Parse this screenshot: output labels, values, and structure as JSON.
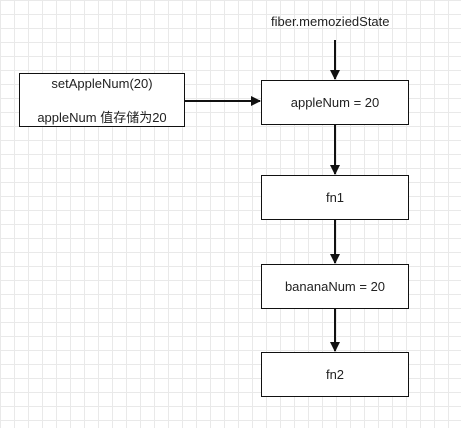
{
  "diagram": {
    "entry_label": "fiber.memoziedState",
    "update_box": {
      "line1": "setAppleNum(20)",
      "line2": "appleNum 值存储为20"
    },
    "nodes": [
      {
        "id": "apple",
        "label": "appleNum = 20"
      },
      {
        "id": "fn1",
        "label": "fn1"
      },
      {
        "id": "banana",
        "label": "bananaNum = 20"
      },
      {
        "id": "fn2",
        "label": "fn2"
      }
    ]
  },
  "colors": {
    "stroke": "#111111",
    "grid": "#e9e9e9",
    "text": "#222222"
  }
}
